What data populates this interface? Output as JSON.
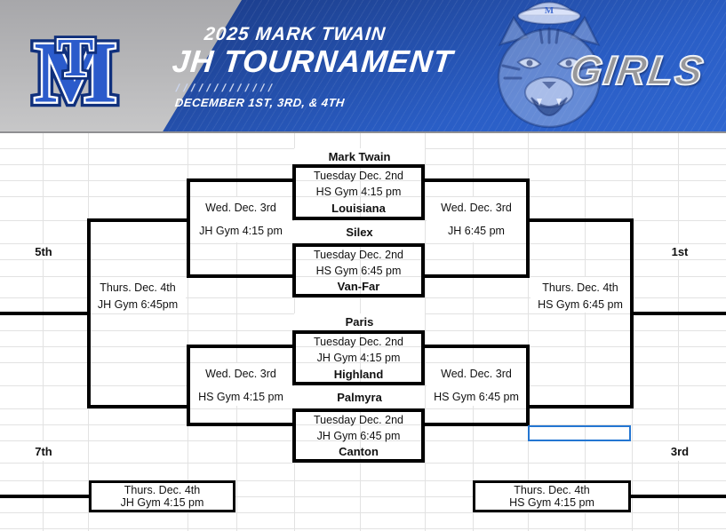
{
  "header": {
    "title_line1": "2025 MARK TWAIN",
    "title_line2": "JH TOURNAMENT",
    "hash_marks": "/ / / / / / / / / / / / /",
    "dates_line": "DECEMBER 1ST, 3RD, & 4TH",
    "division": "GIRLS",
    "logo_letter_m": "M",
    "logo_letter_t": "T"
  },
  "colors": {
    "banner_blue": "#2a5ec6",
    "logo_blue": "#2b5bcb",
    "selection_blue": "#2476d2",
    "girls_gray": "#98989a"
  },
  "bracket": {
    "games": [
      {
        "top_team": "Mark Twain",
        "date": "Tuesday Dec. 2nd",
        "venue": "HS Gym 4:15 pm",
        "bottom_team": "Louisiana"
      },
      {
        "top_team": "Silex",
        "date": "Tuesday Dec. 2nd",
        "venue": "HS Gym 6:45 pm",
        "bottom_team": "Van-Far"
      },
      {
        "top_team": "Paris",
        "date": "Tuesday Dec. 2nd",
        "venue": "JH Gym 4:15 pm",
        "bottom_team": "Highland"
      },
      {
        "top_team": "Palmyra",
        "date": "Tuesday Dec. 2nd",
        "venue": "JH Gym 6:45 pm",
        "bottom_team": "Canton"
      }
    ],
    "left_semi_top": {
      "line1": "Wed. Dec. 3rd",
      "line2": "JH Gym 4:15 pm"
    },
    "right_semi_top": {
      "line1": "Wed. Dec. 3rd",
      "line2": "JH 6:45 pm"
    },
    "left_semi_bottom": {
      "line1": "Wed. Dec. 3rd",
      "line2": "HS Gym 4:15 pm"
    },
    "right_semi_bottom": {
      "line1": "Wed. Dec. 3rd",
      "line2": "HS Gym 6:45 pm"
    },
    "fifth_game": {
      "line1": "Thurs. Dec. 4th",
      "line2": "JH Gym 6:45pm"
    },
    "final_game": {
      "line1": "Thurs. Dec. 4th",
      "line2": "HS Gym 6:45 pm"
    },
    "seventh_game": {
      "line1": "Thurs. Dec. 4th",
      "line2": "JH Gym 4:15 pm"
    },
    "third_game": {
      "line1": "Thurs. Dec. 4th",
      "line2": "HS Gym 4:15 pm"
    },
    "placements": {
      "first": "1st",
      "third": "3rd",
      "fifth": "5th",
      "seventh": "7th"
    }
  }
}
